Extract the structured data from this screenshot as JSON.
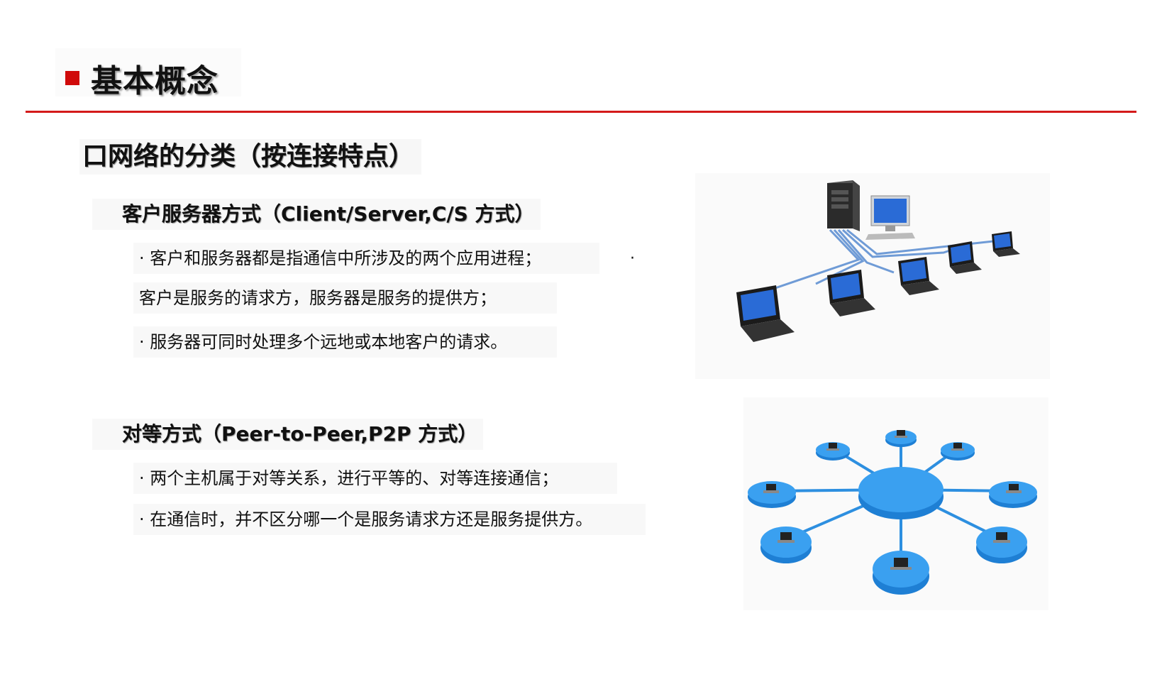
{
  "header": {
    "title": "基本概念",
    "accent_color": "#d00a0a"
  },
  "section": {
    "title": "口网络的分类（按连接特点）"
  },
  "cs": {
    "heading": "客户服务器方式（Client/Server,C/S  方式）",
    "line1": "·  客户和服务器都是指通信中所涉及的两个应用进程；",
    "line1_tail": "·",
    "line2": "客户是服务的请求方，服务器是服务的提供方；",
    "line3": "·  服务器可同时处理多个远地或本地客户的请求。"
  },
  "p2p": {
    "heading": "对等方式（Peer-to-Peer,P2P   方式）",
    "line1": "·  两个主机属于对等关系，进行平等的、对等连接通信；",
    "line2": "· 在通信时，并不区分哪一个是服务请求方还是服务提供方。"
  },
  "images": {
    "cs_network": "client-server-network-illustration",
    "p2p_network": "peer-to-peer-network-illustration"
  }
}
